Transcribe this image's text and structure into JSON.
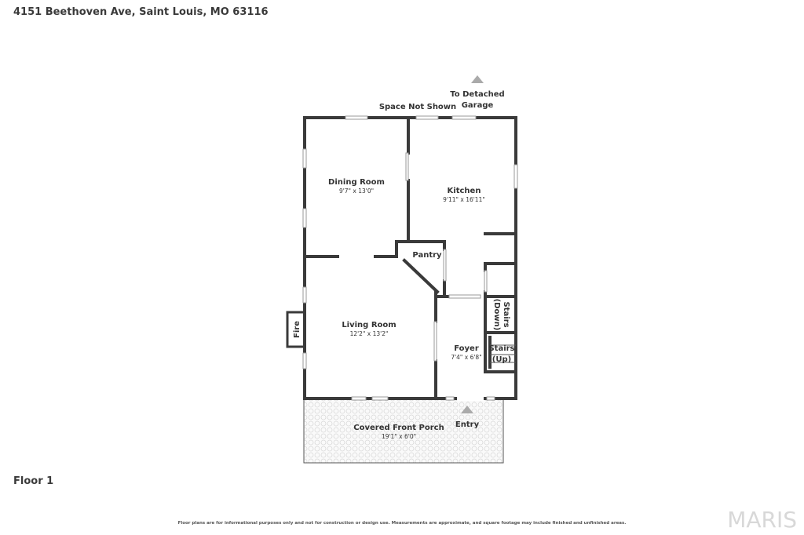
{
  "header": {
    "address": "4151 Beethoven Ave, Saint Louis, MO 63116"
  },
  "floor_label": "Floor 1",
  "disclaimer": "Floor plans are for informational purposes only and not for construction or design use. Measurements are approximate, and square footage may include finished and unfinished areas.",
  "brand": "MARIS",
  "rooms": {
    "dining": {
      "name": "Dining Room",
      "dims": "9'7\" x 13'0\""
    },
    "kitchen": {
      "name": "Kitchen",
      "dims": "9'11\" x 16'11\""
    },
    "pantry": {
      "name": "Pantry"
    },
    "living": {
      "name": "Living Room",
      "dims": "12'2\" x 13'2\""
    },
    "foyer": {
      "name": "Foyer",
      "dims": "7'4\" x 6'8\""
    },
    "porch": {
      "name": "Covered Front Porch",
      "dims": "19'1\" x 6'0\""
    }
  },
  "stairs": {
    "down_name": "Stairs",
    "down_note": "(Down)",
    "up_name": "Stairs",
    "up_note": "(Up)"
  },
  "fireplace": "Fire",
  "notes": {
    "space_not_shown": "Space Not Shown",
    "garage_line1": "To Detached",
    "garage_line2": "Garage",
    "entry": "Entry"
  },
  "colors": {
    "wall": "#3a3a3a",
    "window": "#b9b9b9",
    "arrow": "#aaaaaa",
    "porch_pattern": "#dcdcdc"
  }
}
